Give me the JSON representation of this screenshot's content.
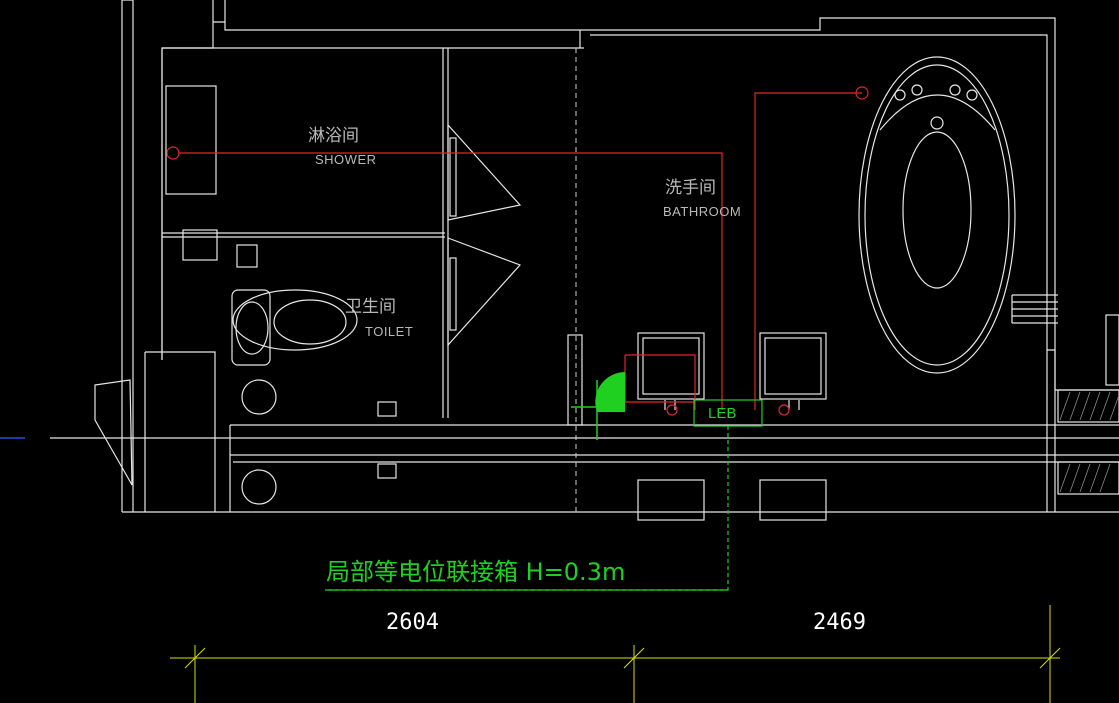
{
  "rooms": {
    "shower": {
      "cn": "淋浴间",
      "en": "SHOWER"
    },
    "bathroom": {
      "cn": "洗手间",
      "en": "BATHROOM"
    },
    "toilet": {
      "cn": "卫生间",
      "en": "TOILET"
    }
  },
  "leb": {
    "label": "LEB"
  },
  "annotation": {
    "text": "局部等电位联接箱   H=0.3m"
  },
  "dimensions": [
    {
      "value": "2604"
    },
    {
      "value": "2469"
    }
  ],
  "colors": {
    "background": "#000000",
    "wall": "#ffffff",
    "fixture": "#d8d8d8",
    "wiring": "#e0262b",
    "annotation": "#20d020",
    "dimension_line": "#d8e000",
    "dim_text": "#ffffff"
  }
}
